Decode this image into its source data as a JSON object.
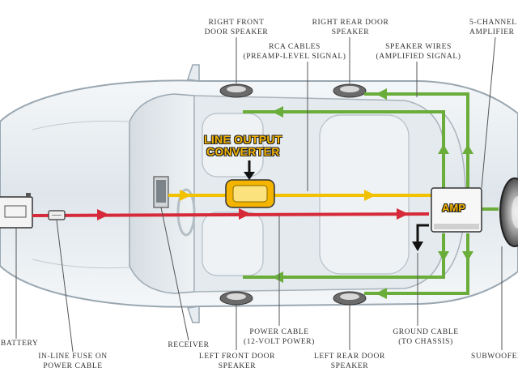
{
  "labels": {
    "right_front_door_speaker": [
      "RIGHT FRONT",
      "DOOR SPEAKER"
    ],
    "right_rear_door_speaker": [
      "RIGHT REAR DOOR",
      "SPEAKER"
    ],
    "five_channel_amplifier": [
      "5-CHANNEL",
      "AMPLIFIER"
    ],
    "rca_cables": [
      "RCA CABLES",
      "(PREAMP-LEVEL SIGNAL)"
    ],
    "speaker_wires": [
      "SPEAKER WIRES",
      "(AMPLIFIED SIGNAL)"
    ],
    "car_battery": [
      "CAR BATTERY"
    ],
    "in_line_fuse": [
      "IN-LINE FUSE ON",
      "POWER CABLE"
    ],
    "receiver": [
      "RECEIVER"
    ],
    "left_front_door_speaker": [
      "LEFT FRONT DOOR",
      "SPEAKER"
    ],
    "power_cable": [
      "POWER CABLE",
      "(12-VOLT POWER)"
    ],
    "left_rear_door_speaker": [
      "LEFT REAR DOOR",
      "SPEAKER"
    ],
    "ground_cable": [
      "GROUND CABLE",
      "(TO CHASSIS)"
    ],
    "subwoofer": [
      "SUBWOOFER"
    ]
  },
  "callouts": {
    "line_output_converter": [
      "LINE OUTPUT",
      "CONVERTER"
    ],
    "amp": "AMP"
  },
  "colors": {
    "power_cable": "#d62a3a",
    "rca_cables": "#f2c100",
    "speaker_wires": "#6aad3a",
    "ground_cable": "#111111",
    "callout_text": "#f4b400",
    "car_body": "#e9eff3",
    "car_outline": "#9aa7b1"
  }
}
